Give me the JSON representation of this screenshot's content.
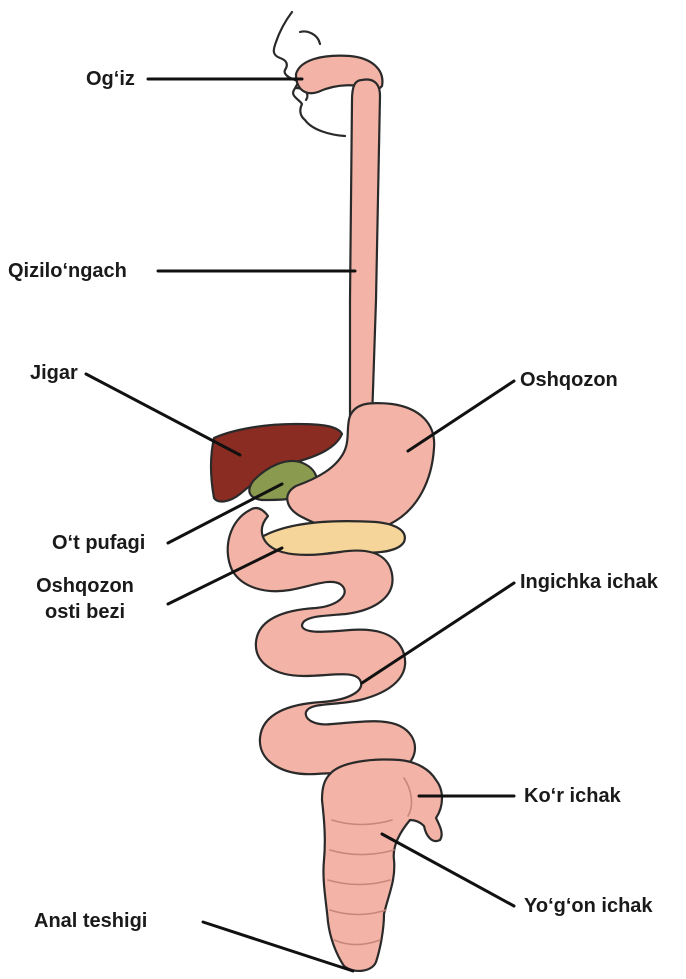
{
  "labels": {
    "mouth": "Og‘iz",
    "esophagus": "Qizilo‘ngach",
    "liver": "Jigar",
    "stomach": "Oshqozon",
    "gallbladder": "O‘t pufagi",
    "pancreas_line1": "Oshqozon",
    "pancreas_line2": "osti bezi",
    "small_intestine": "Ingichka ichak",
    "cecum": "Ko‘r ichak",
    "large_intestine": "Yo‘g‘on ichak",
    "anus": "Anal teshigi"
  },
  "colors": {
    "tract": "#f3b3a6",
    "liver": "#8b2c22",
    "gallbladder": "#8a9a4e",
    "pancreas": "#f6d59a",
    "outline": "#2a2a2a",
    "leader": "#111111"
  }
}
